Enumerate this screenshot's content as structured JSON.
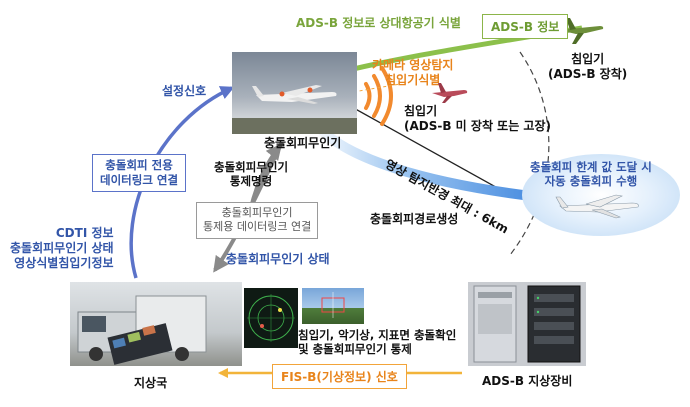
{
  "labels": {
    "adsb_identify": "ADS-B 정보로 상대항공기 식별",
    "adsb_info": "ADS-B 정보",
    "intruder_equipped": "침입기\n(ADS-B 장착)",
    "camera_detect": "카메라 영상탐지\n침입기식별",
    "intruder_unequipped": "침입기\n(ADS-B 미 장착 또는 고장)",
    "setting_signal": "설정신호",
    "uav_name": "충돌회피무인기",
    "range": "영상 탐지반경 최대 : 6km",
    "auto_avoid": "충돌회피 한계 값 도달 시\n자동 충돌회피 수행",
    "path_gen": "충돌회피경로생성",
    "datalink_dedicated": "충돌회피 전용\n데이터링크 연결",
    "control_cmd": "충돌회피무인기\n통제명령",
    "datalink_control": "충돌회피무인기\n통제용 데이터링크 연결",
    "uav_status": "충돌회피무인기 상태",
    "cdti_info": "CDTI 정보\n충돌회피무인기 상태\n영상식별침입기정보",
    "gcs_control": "침입기, 악기상, 지표면 충돌확인\n및 충돌회피무인기 통제",
    "ground_station": "지상국",
    "fisb": "FIS-B(기상정보) 신호",
    "adsb_ground": "ADS-B 지상장비"
  },
  "colors": {
    "green": "#8cc04b",
    "orange": "#f2a43a",
    "blue": "#5b73c9",
    "gray": "#8a8a8a",
    "sky_blue": "#4a90e2"
  }
}
